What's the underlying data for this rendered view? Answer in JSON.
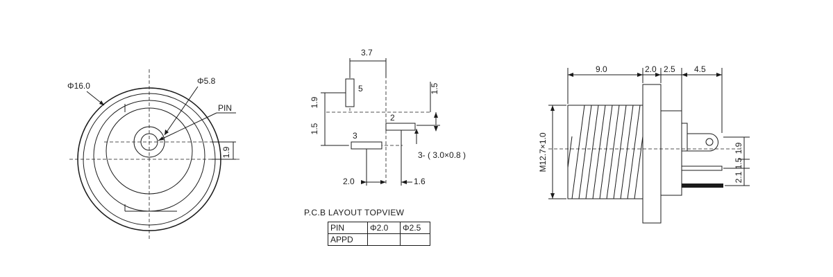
{
  "front_view": {
    "outer_diameter": "Φ16.0",
    "inner_diameter": "Φ5.8",
    "pin_label": "PIN",
    "offset": "1.9"
  },
  "pcb_layout": {
    "top_width": "3.7",
    "left_upper": "1.9",
    "left_lower": "1.5",
    "right_upper": "1.5",
    "pin5": "5",
    "pin2": "2",
    "pin3": "3",
    "slot_spec": "3- ( 3.0×0.8 )",
    "bottom_left": "2.0",
    "bottom_right": "1.6",
    "title": "P.C.B LAYOUT TOPVIEW",
    "table": {
      "row1_head": "PIN",
      "row1_col1": "Φ2.0",
      "row1_col2": "Φ2.5",
      "row2_head": "APPD",
      "row2_col1": "",
      "row2_col2": ""
    }
  },
  "side_view": {
    "len1": "9.0",
    "len2": "2.0",
    "len3": "2.5",
    "len4": "4.5",
    "thread": "M12.7×1.0",
    "d1": "1.9",
    "d2": "1.5",
    "d3": "2.1"
  },
  "colors": {
    "line": "#1a1a1a",
    "background": "#ffffff"
  }
}
